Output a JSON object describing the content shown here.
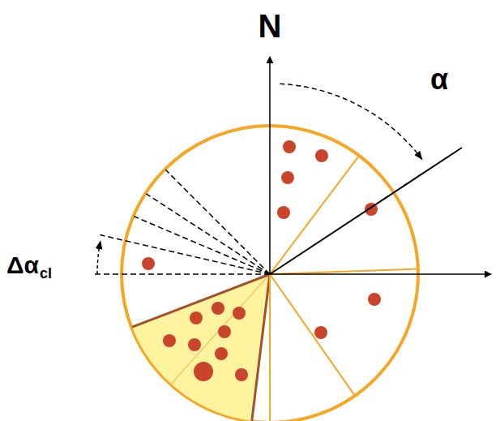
{
  "diagram": {
    "labels": [
      "N",
      "α",
      "Δα",
      "cl"
    ]
  }
}
